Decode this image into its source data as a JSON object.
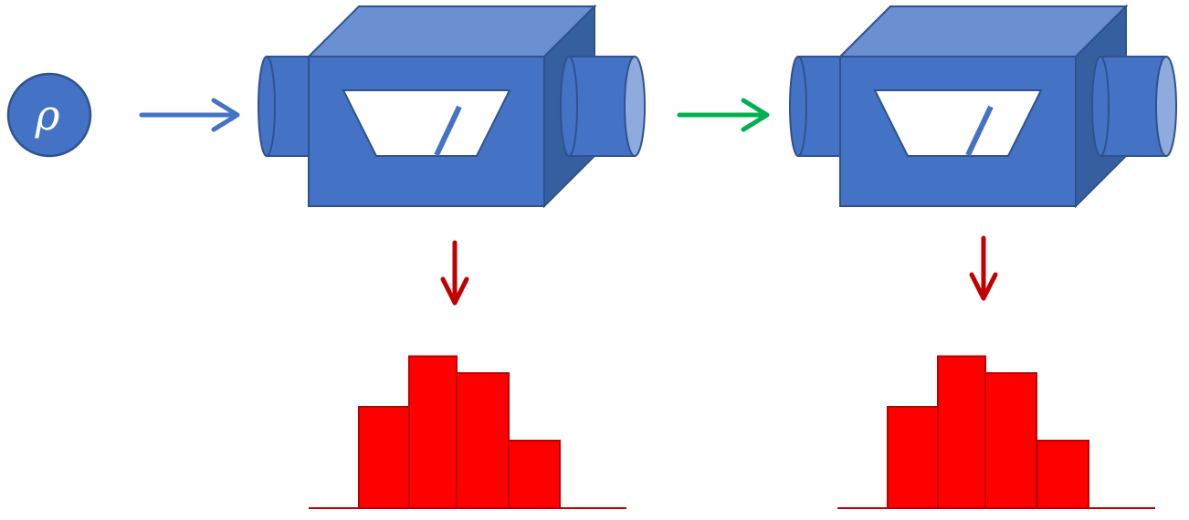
{
  "state_symbol": "ρ",
  "colors": {
    "device_front": "#4472C4",
    "device_top": "#6A90D2",
    "device_side": "#365F9F",
    "device_stroke": "#2F528F",
    "pipe_end": "#8FAADC",
    "window_fill": "#ffffff",
    "needle": "#4472C4",
    "arrow_input": "#4472C4",
    "arrow_between": "#00B050",
    "arrow_output": "#C00000",
    "bar_fill": "#FF0000",
    "bar_stroke": "#C00000",
    "baseline": "#C00000"
  },
  "histograms": [
    {
      "values": [
        3,
        4.5,
        4,
        2
      ]
    },
    {
      "values": [
        3,
        4.5,
        4,
        2
      ]
    }
  ]
}
